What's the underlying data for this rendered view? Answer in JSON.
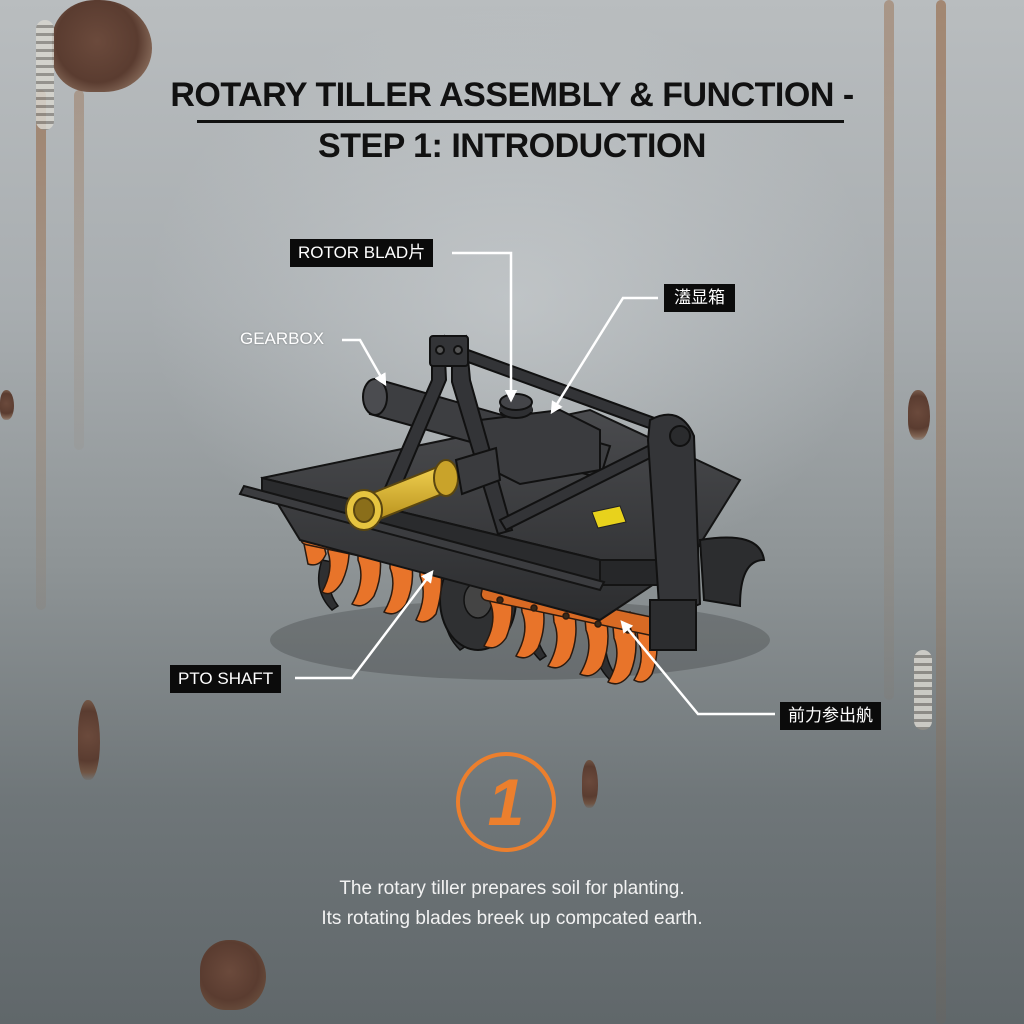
{
  "header": {
    "title_line1": "ROTARY TILLER ASSEMBLY & FUNCTION -",
    "title_line2": "STEP 1: INTRODUCTION"
  },
  "callouts": [
    {
      "id": "rotor-blade",
      "text": "ROTOR BLAD片",
      "style": "dark-box"
    },
    {
      "id": "top-right",
      "text": "濭显箱",
      "style": "dark-box"
    },
    {
      "id": "gearbox",
      "text": "GEARBOX",
      "style": "plain"
    },
    {
      "id": "pto-shaft",
      "text": "PTO SHAFT",
      "style": "dark-box"
    },
    {
      "id": "bottom-right",
      "text": "前力参出舧",
      "style": "dark-box"
    }
  ],
  "step": {
    "number": "1",
    "color": "#ec7f2d"
  },
  "description": {
    "line1": "The rotary tiller prepares soil for planting.",
    "line2": "Its rotating blades breek up compcated earth."
  },
  "colors": {
    "background_metal": "#9aa0a3",
    "title_text": "#111111",
    "callout_box": "#0b0b0b",
    "frame": "#3a3b3d",
    "blades": "#e8742a",
    "pto_shaft": "#d9b52c",
    "warning_decal": "#e8d21c"
  }
}
